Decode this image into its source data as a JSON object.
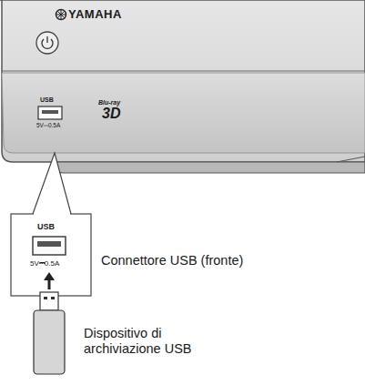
{
  "diagram": {
    "labels": [
      "YAMAHA",
      "USB",
      "5V⎓0.5A",
      "Blu-ray",
      "3D",
      "USB",
      "5V⎓0.5A",
      "Connettore USB (fronte)",
      "Dispositivo di archiviazione USB"
    ]
  }
}
